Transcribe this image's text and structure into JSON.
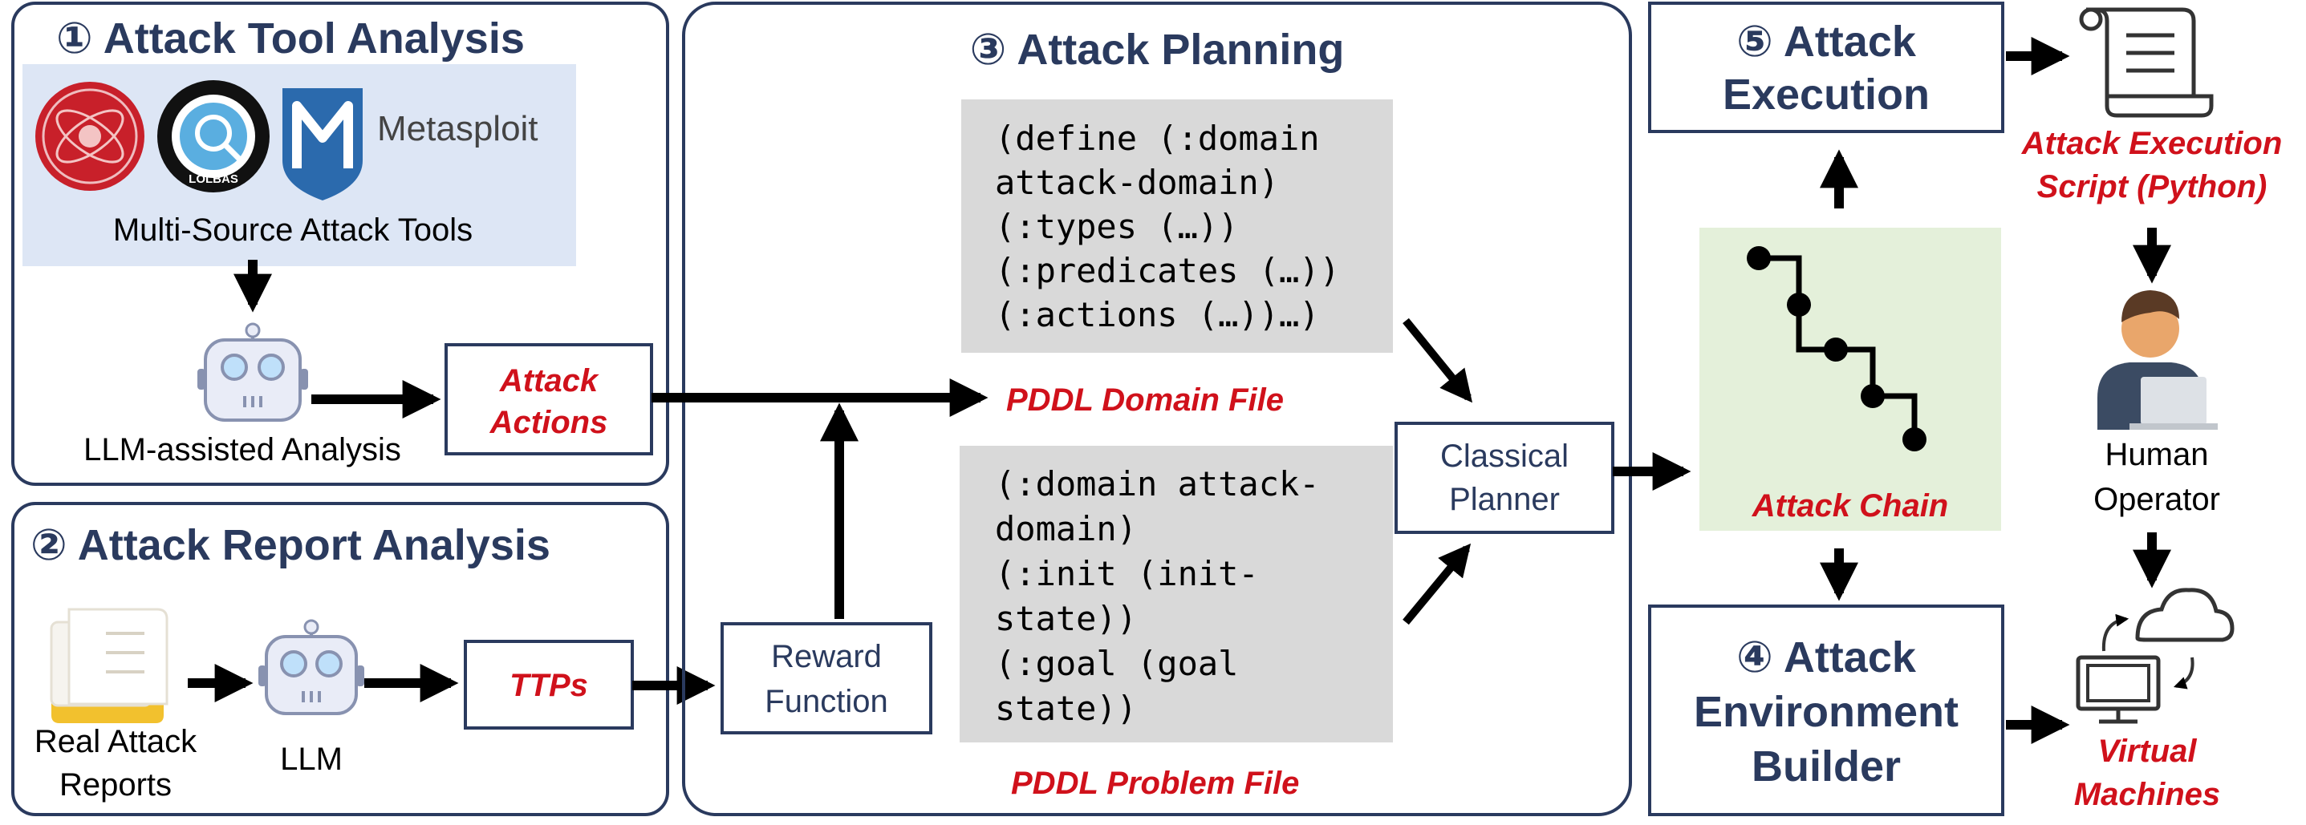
{
  "colors": {
    "navy": "#2a3a5e",
    "attack_red": "#d0111b",
    "tools_bg": "#dde6f5",
    "code_bg": "#d9d9d9",
    "chain_bg": "#e4f0da",
    "arrow": "#000000"
  },
  "section1": {
    "title": "① Attack Tool Analysis",
    "tools_caption": "Multi-Source Attack Tools",
    "tool_logos": [
      "red-orb-logo",
      "lolbas-logo",
      "metasploit-logo"
    ],
    "metasploit_label": "Metasploit",
    "lolbas_label": "LOLBAS",
    "llm_label": "LLM-assisted Analysis",
    "attack_actions_line1": "Attack",
    "attack_actions_line2": "Actions"
  },
  "section2": {
    "title": "② Attack Report Analysis",
    "reports_line1": "Real Attack",
    "reports_line2": "Reports",
    "llm_label": "LLM",
    "ttps_label": "TTPs"
  },
  "section3": {
    "title": "③ Attack Planning",
    "domain_code": [
      "(define (:domain",
      "attack-domain)",
      "(:types (…))",
      "(:predicates (…))",
      "(:actions (…))…)"
    ],
    "domain_file_label": "PDDL Domain File",
    "problem_code": [
      "(:domain attack-",
      "domain)",
      "(:init (init-",
      "state))",
      "(:goal (goal",
      "state))"
    ],
    "problem_file_label": "PDDL Problem File",
    "reward_line1": "Reward",
    "reward_line2": "Function",
    "planner_line1": "Classical",
    "planner_line2": "Planner"
  },
  "attack_chain": {
    "label": "Attack Chain"
  },
  "section5": {
    "title_line1": "⑤ Attack",
    "title_line2": "Execution",
    "script_line1": "Attack Execution",
    "script_line2": "Script (Python)",
    "human_line1": "Human",
    "human_line2": "Operator",
    "vm_line1": "Virtual",
    "vm_line2": "Machines"
  },
  "section4": {
    "title_line1": "④ Attack",
    "title_line2": "Environment",
    "title_line3": "Builder"
  }
}
